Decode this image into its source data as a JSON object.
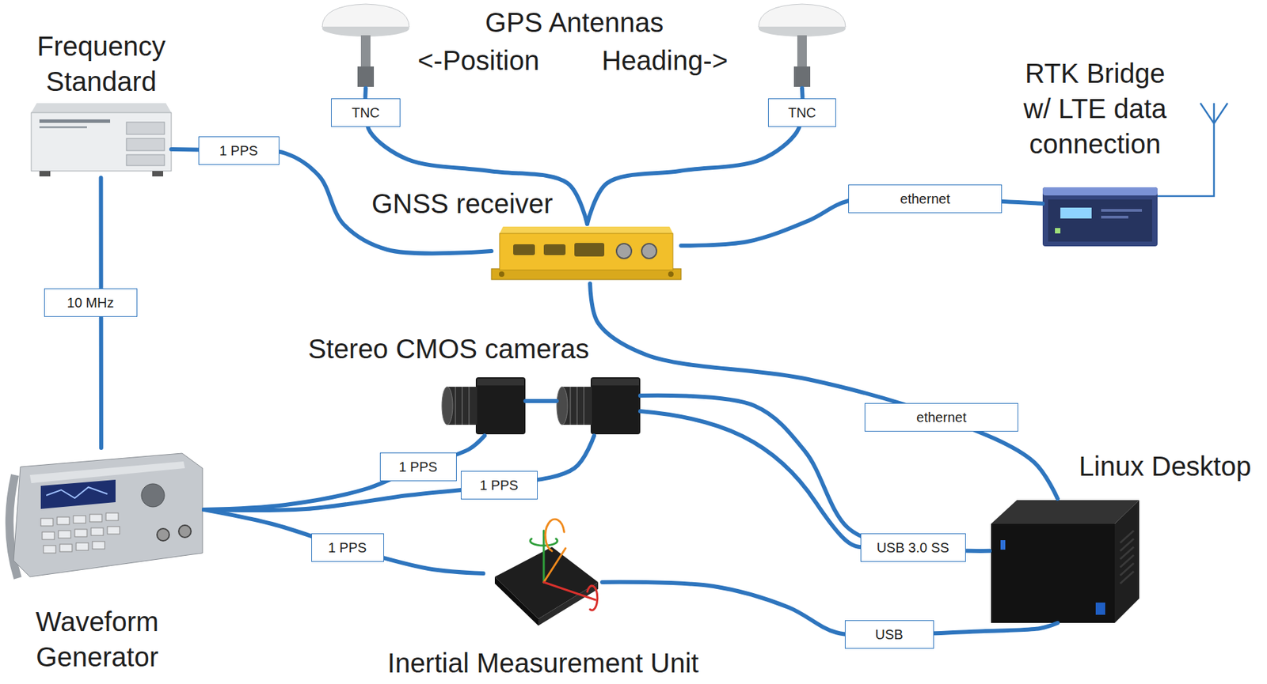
{
  "diagram": {
    "nodes": [
      {
        "text": [
          "Frequency Standard"
        ]
      },
      {
        "text": [
          "<-Position"
        ]
      },
      {
        "text": [
          "Heading->"
        ]
      },
      {
        "text": [
          "RTK Bridge w/ LTE data connection"
        ]
      },
      {
        "text": [
          "GNSS receiver"
        ]
      },
      {
        "text": [
          "Stereo CMOS cameras"
        ]
      },
      {
        "text": [
          "Linux Desktop"
        ]
      },
      {
        "text": [
          "Waveform Generator"
        ]
      },
      {
        "text": [
          "Inertial Measurement Unit"
        ]
      }
    ],
    "edges": [
      {
        "from": 0,
        "to": 4,
        "arrow": "none",
        "label": "1 PPS"
      },
      {
        "from": 1,
        "to": 4,
        "arrow": "none",
        "label": "TNC"
      },
      {
        "from": 2,
        "to": 4,
        "arrow": "none",
        "label": "TNC"
      },
      {
        "from": 3,
        "to": 4,
        "arrow": "none",
        "label": "ethernet"
      },
      {
        "from": 0,
        "to": 7,
        "arrow": "none",
        "label": "10 MHz"
      },
      {
        "from": 4,
        "to": 6,
        "arrow": "none",
        "label": "ethernet"
      },
      {
        "from": 7,
        "to": 5,
        "arrow": "none",
        "label": "1 PPS"
      },
      {
        "from": 7,
        "to": 5,
        "arrow": "none",
        "label": "1 PPS"
      },
      {
        "from": 5,
        "to": 6,
        "arrow": "none",
        "label": "USB 3.0 SS"
      },
      {
        "from": 7,
        "to": 8,
        "arrow": "none",
        "label": "1 PPS"
      },
      {
        "from": 8,
        "to": 6,
        "arrow": "none",
        "label": "USB"
      }
    ],
    "labels": [
      "GPS Antennas"
    ]
  }
}
